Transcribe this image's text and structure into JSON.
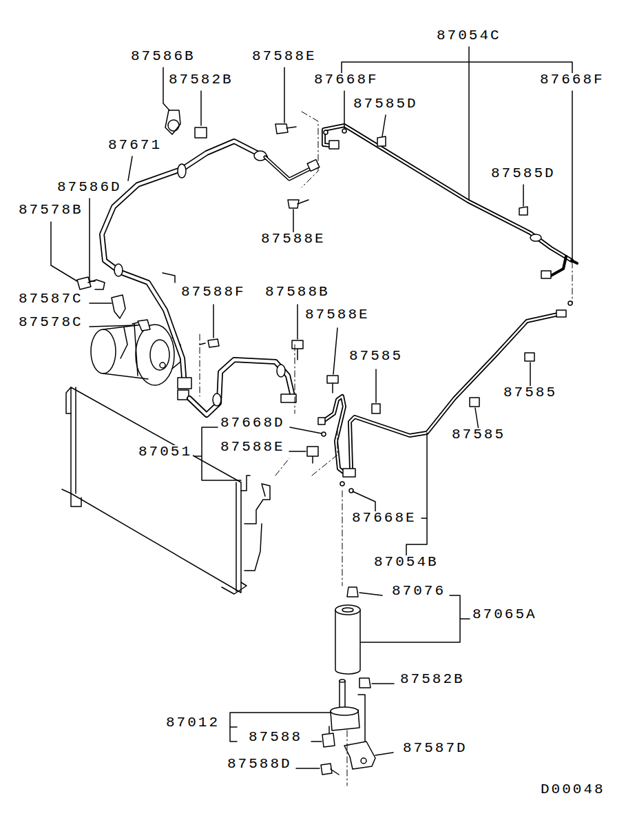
{
  "diagram": {
    "labels": [
      "87586B",
      "87588E",
      "87054C",
      "87582B",
      "87668F",
      "87668F",
      "87585D",
      "87671",
      "87586D",
      "87585D",
      "87578B",
      "87588E",
      "87587C",
      "87578C",
      "87588F",
      "87588B",
      "87588E",
      "87585",
      "87585",
      "87668D",
      "87585",
      "87051",
      "87588E",
      "87668E",
      "87054B",
      "87076",
      "87065A",
      "87582B",
      "87012",
      "87588",
      "87587D",
      "87588D",
      "D00048"
    ]
  }
}
